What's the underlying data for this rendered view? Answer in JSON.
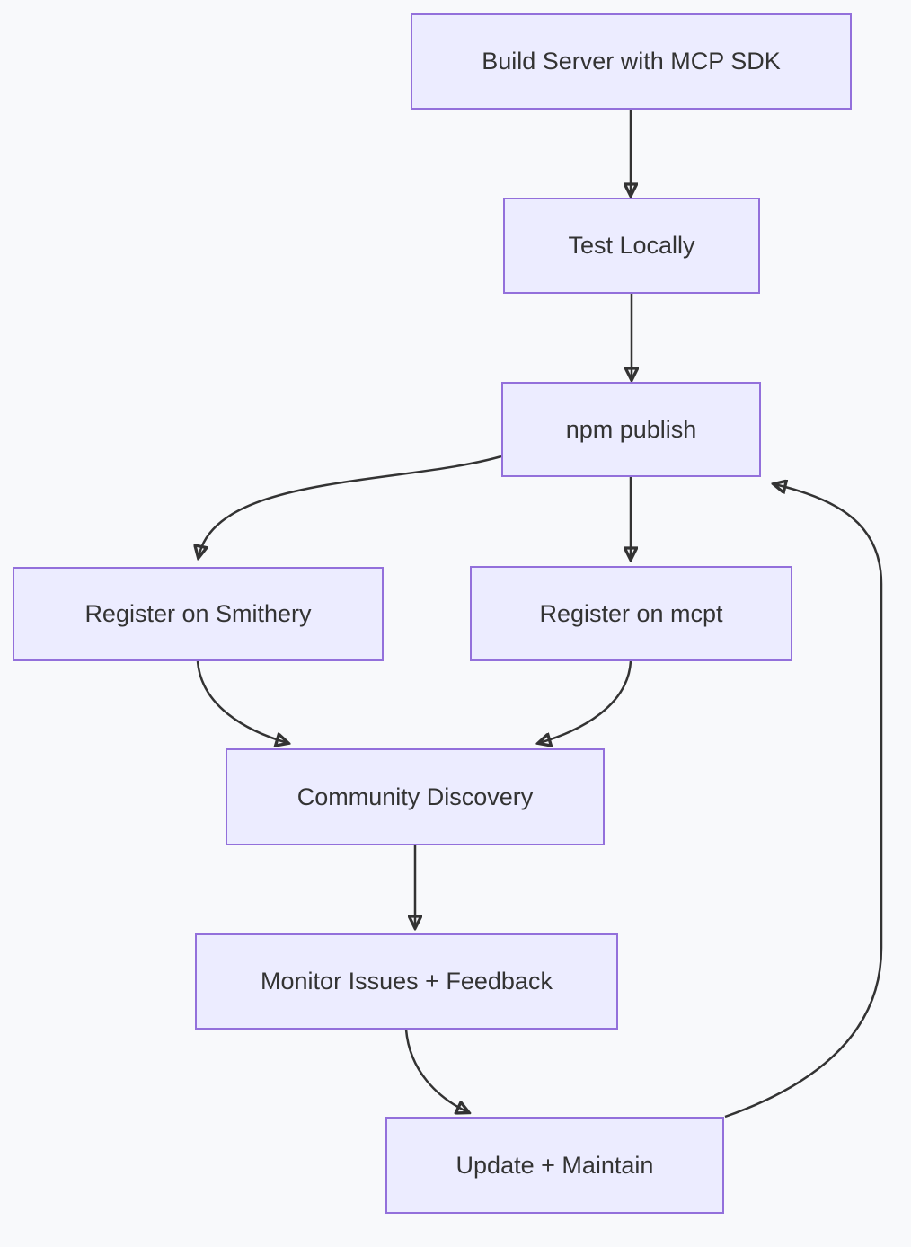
{
  "diagram": {
    "type": "flowchart",
    "direction": "top-down",
    "colors": {
      "background": "#f8f9fb",
      "node_fill": "#ececff",
      "node_border": "#9370db",
      "edge": "#333333",
      "text": "#333333"
    },
    "nodes": [
      {
        "id": "build",
        "label": "Build Server with MCP SDK"
      },
      {
        "id": "test",
        "label": "Test Locally"
      },
      {
        "id": "npm",
        "label": "npm publish"
      },
      {
        "id": "smithery",
        "label": "Register on Smithery"
      },
      {
        "id": "mcpt",
        "label": "Register on mcpt"
      },
      {
        "id": "community",
        "label": "Community Discovery"
      },
      {
        "id": "monitor",
        "label": "Monitor Issues + Feedback"
      },
      {
        "id": "update",
        "label": "Update + Maintain"
      }
    ],
    "edges": [
      {
        "from": "Build Server with MCP SDK",
        "to": "Test Locally"
      },
      {
        "from": "Test Locally",
        "to": "npm publish"
      },
      {
        "from": "npm publish",
        "to": "Register on Smithery"
      },
      {
        "from": "npm publish",
        "to": "Register on mcpt"
      },
      {
        "from": "Register on Smithery",
        "to": "Community Discovery"
      },
      {
        "from": "Register on mcpt",
        "to": "Community Discovery"
      },
      {
        "from": "Community Discovery",
        "to": "Monitor Issues + Feedback"
      },
      {
        "from": "Monitor Issues + Feedback",
        "to": "Update + Maintain"
      },
      {
        "from": "Update + Maintain",
        "to": "npm publish"
      }
    ]
  }
}
